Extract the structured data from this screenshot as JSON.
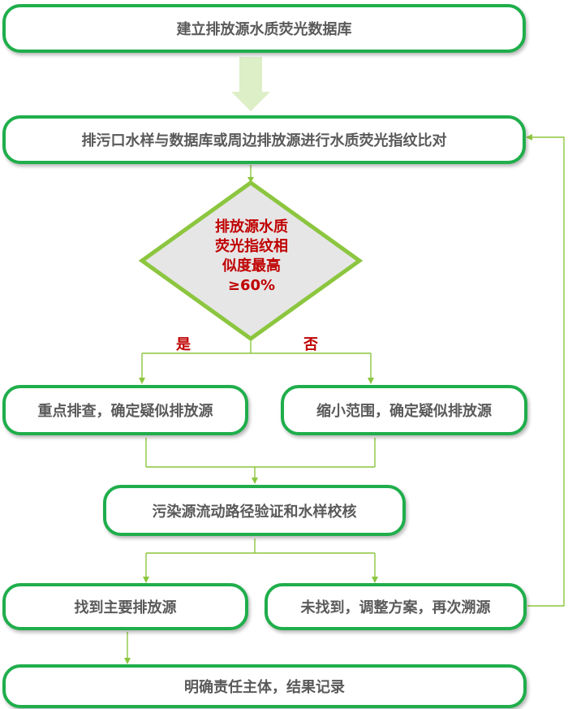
{
  "colors": {
    "box_border": "#1fae4b",
    "connector": "#8cc63f",
    "arrow_fill": "#dcefc6",
    "diamond_fill": "#e6e6e6",
    "diamond_text": "#c00000",
    "box_text": "#5a5a5a"
  },
  "steps": {
    "build_db": "建立排放源水质荧光数据库",
    "compare": "排污口水样与数据库或周边排放源进行水质荧光指纹比对",
    "focus_check": "重点排查，确定疑似排放源",
    "narrow_range": "缩小范围，确定疑似排放源",
    "verify": "污染源流动路径验证和水样校核",
    "found": "找到主要排放源",
    "not_found": "未找到，调整方案，再次溯源",
    "conclude": "明确责任主体，结果记录"
  },
  "decision": {
    "lines": [
      "排放源水质",
      "荧光指纹相",
      "似度最高",
      "≥60%"
    ],
    "yes_label": "是",
    "no_label": "否"
  }
}
